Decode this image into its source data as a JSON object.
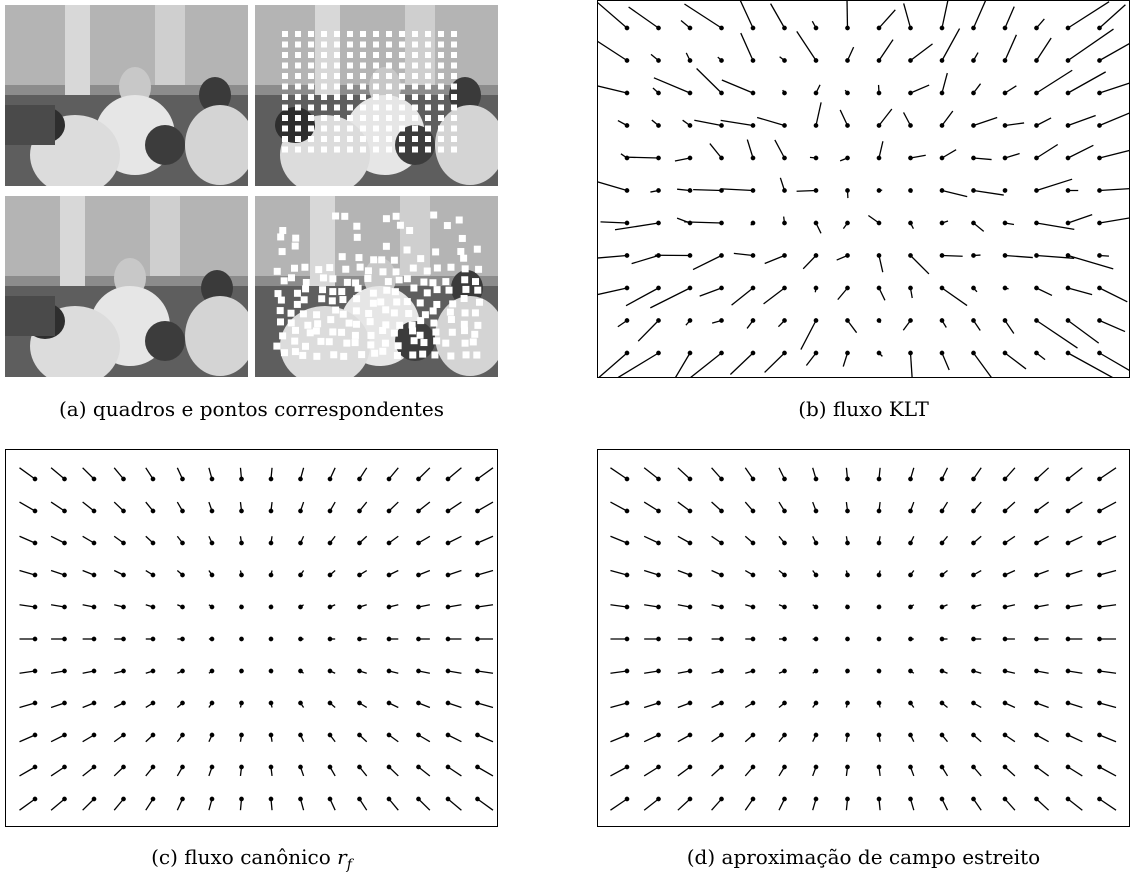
{
  "panels": [
    {
      "id": "a",
      "caption": "(a) quadros e pontos correspondentes"
    },
    {
      "id": "b",
      "caption": "(b) fluxo KLT"
    },
    {
      "id": "c",
      "caption_prefix": "(c) fluxo canônico ",
      "caption_math": "r",
      "caption_sub": "f"
    },
    {
      "id": "d",
      "caption": "(d) aproximação de campo estreito"
    }
  ],
  "figure_content": {
    "flow_grid": {
      "columns": 16,
      "rows": 11
    },
    "panel_a_tiles": [
      "frame-1",
      "frame-1-tracked-points",
      "frame-2",
      "frame-2-tracked-points"
    ],
    "colors": {
      "frame": "#000000",
      "points": "#ffffff",
      "vector": "#000000",
      "background": "#ffffff"
    }
  }
}
